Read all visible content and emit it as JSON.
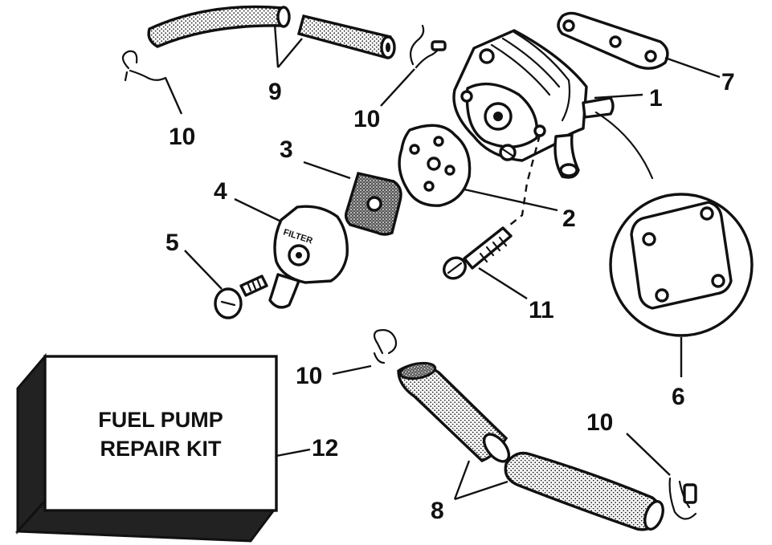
{
  "kit": {
    "line1": "FUEL PUMP",
    "line2": "REPAIR KIT"
  },
  "pump_cover_text": "FILTER",
  "callouts": {
    "c1": "1",
    "c2": "2",
    "c3": "3",
    "c4": "4",
    "c5": "5",
    "c6": "6",
    "c7": "7",
    "c8": "8",
    "c9": "9",
    "c10a": "10",
    "c10b": "10",
    "c10c": "10",
    "c10d": "10",
    "c11": "11",
    "c12": "12"
  }
}
